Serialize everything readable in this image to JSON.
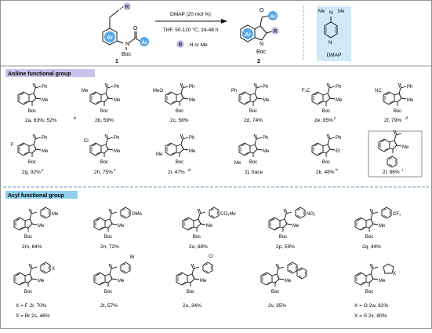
{
  "scheme": {
    "reactant_label": "1",
    "product_label": "2",
    "arrow_top": "DMAP (20 mol %)",
    "arrow_bottom": "THF, 50-120 °C, 24-48 h",
    "r_note": ": H or Me",
    "r_symbol": "R",
    "ar_symbol": "Ar",
    "o_label": "O",
    "n_label": "N",
    "boc_label": "Boc",
    "dmap_label": "DMAP",
    "me_label": "Me"
  },
  "sections": {
    "aniline_title": "Aniline functional group",
    "acyl_title": "Acyl functional group"
  },
  "compounds": {
    "2a": {
      "label": "2a, 63%; 52%",
      "sup": "b"
    },
    "2b": {
      "label": "2b, 59%",
      "sup": ""
    },
    "2c": {
      "label": "2c, 58%",
      "sup": ""
    },
    "2d": {
      "label": "2d, 74%",
      "sup": ""
    },
    "2e": {
      "label": "2e, 85%",
      "sup": "c"
    },
    "2f": {
      "label": "2f, 79%",
      "sup": "d"
    },
    "2g": {
      "label": "2g, 92%",
      "sup": "c"
    },
    "2h": {
      "label": "2h, 75%",
      "sup": "c"
    },
    "2i": {
      "label": "2i, 47%",
      "sup": "d"
    },
    "2j": {
      "label": "2j, trace",
      "sup": ""
    },
    "2k": {
      "label": "2k, 48%",
      "sup": "h"
    },
    "2l": {
      "label": "2l, 86%",
      "sup": "i"
    },
    "2m": {
      "label": "2m, 64%",
      "sup": ""
    },
    "2n": {
      "label": "2n, 72%",
      "sup": ""
    },
    "2o": {
      "label": "2o, 68%",
      "sup": ""
    },
    "2p": {
      "label": "2p, 59%",
      "sup": ""
    },
    "2q": {
      "label": "2q, 44%",
      "sup": ""
    },
    "2r_line": {
      "label": "X = F   2r, 70%",
      "sup": ""
    },
    "2s_line": {
      "label": "X = Br  2s, 46%",
      "sup": ""
    },
    "2t": {
      "label": "2t, 57%",
      "sup": ""
    },
    "2u": {
      "label": "2u, 34%",
      "sup": ""
    },
    "2v": {
      "label": "2v, 35%",
      "sup": ""
    },
    "2w_line": {
      "label": "X = O   2w, 82%",
      "sup": ""
    },
    "2x_line": {
      "label": "X = S   2x, 80%",
      "sup": ""
    }
  },
  "substituents": {
    "ph": "Ph",
    "me": "Me",
    "meo": "MeO",
    "f3c": "F₃C",
    "nc": "NC",
    "f": "F",
    "cl": "Cl",
    "et": "Et",
    "ome": "OMe",
    "co2me": "CO₂Me",
    "no2": "NO₂",
    "cf3": "CF₃",
    "x": "X",
    "br": "Br"
  },
  "colors": {
    "section_label_bg": "#c9c3ea",
    "r_circle": "#c9c3ea",
    "ar_circle": "#5aa7e6",
    "dmap_box": "#cfeaf6",
    "acyl_label_bg": "#8fd0ee",
    "border": "#777777"
  }
}
